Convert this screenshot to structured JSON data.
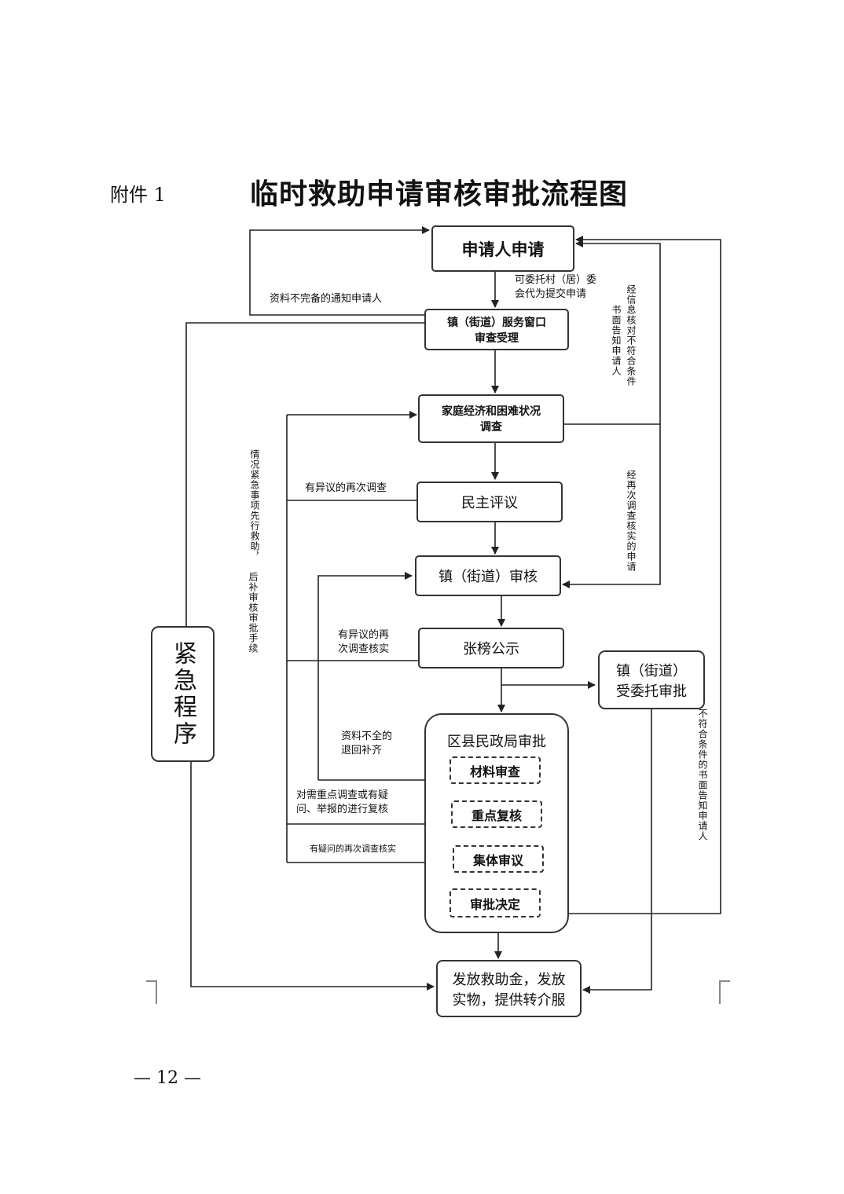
{
  "header": {
    "attachment": "附件 1",
    "title": "临时救助申请审核审批流程图"
  },
  "nodes": {
    "apply": "申请人申请",
    "window_line1": "镇（街道）服务窗口",
    "window_line2": "审查受理",
    "survey_line1": "家庭经济和困难状况",
    "survey_line2": "调查",
    "review": "民主评议",
    "town_audit": "镇（街道）审核",
    "publicity": "张榜公示",
    "entrusted_line1": "镇（街道）",
    "entrusted_line2": "受委托审批",
    "bureau": "区县民政局审批",
    "step1": "材料审查",
    "step2": "重点复核",
    "step3": "集体审议",
    "step4": "审批决定",
    "emergency": "紧急程序",
    "issue_line1": "发放救助金，发放",
    "issue_line2": "实物，提供转介服"
  },
  "labels": {
    "incomplete_notify": "资料不完备的通知申请人",
    "entrust_submit": "可委托村（居）委\n会代为提交申请",
    "written_notice_a": "书面告知申请人",
    "written_notice_b": "经信息核对不符合条件",
    "emergency_note_a": "情况紧急事项先行救助，",
    "emergency_note_b": "后补审核审批手续",
    "objection_review": "有异议的再次调查",
    "recheck_apply": "经再次调查核实的申请",
    "objection_recheck": "有异议的再\n次调查核实",
    "incomplete_return": "资料不全的\n退回补齐",
    "key_recheck": "对需重点调查或有疑\n问、举报的进行复核",
    "doubt_recheck": "有疑问的再次调查核实",
    "not_qualified": "不符合条件的书面告知申请人"
  },
  "footer": {
    "page": "— 12 —"
  }
}
